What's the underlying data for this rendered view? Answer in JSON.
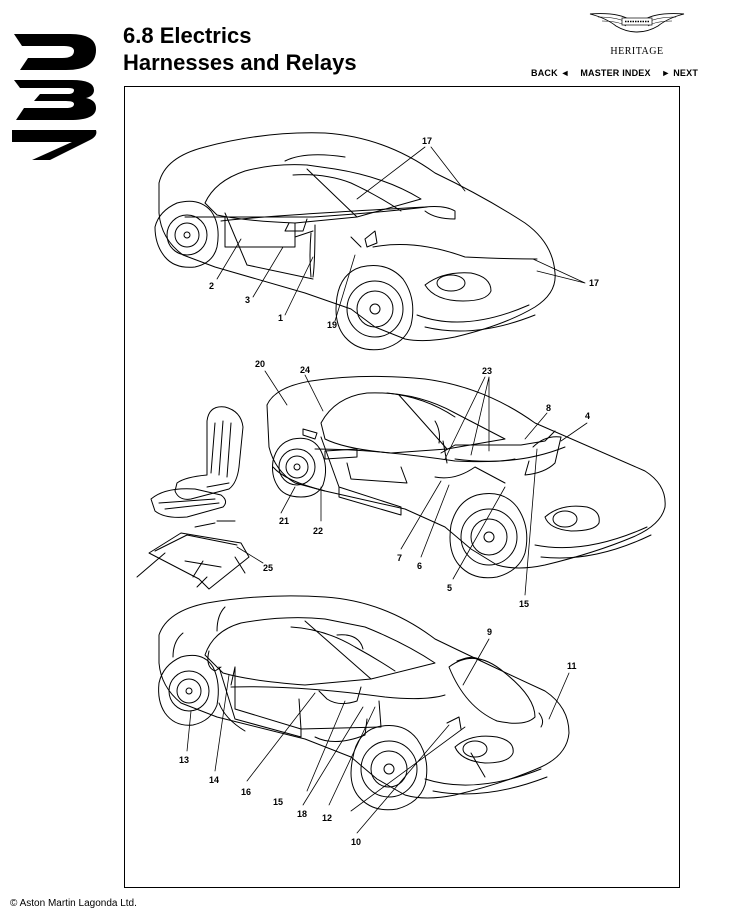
{
  "header": {
    "title_line1": "6.8 Electrics",
    "title_line2": "Harnesses and Relays",
    "brand_logo": "aston-martin-wings",
    "heritage": "HERITAGE"
  },
  "nav": {
    "back": "BACK ◄",
    "master_index": "MASTER INDEX",
    "next": "► NEXT"
  },
  "diagram": {
    "callouts_top": [
      "17",
      "17",
      "2",
      "3",
      "1",
      "19"
    ],
    "callouts_middle": [
      "20",
      "24",
      "23",
      "8",
      "4",
      "21",
      "22",
      "7",
      "6",
      "5",
      "15",
      "25"
    ],
    "callouts_bottom": [
      "9",
      "11",
      "13",
      "14",
      "16",
      "15",
      "18",
      "12",
      "10"
    ]
  },
  "footer": {
    "copyright": "© Aston Martin Lagonda Ltd."
  }
}
